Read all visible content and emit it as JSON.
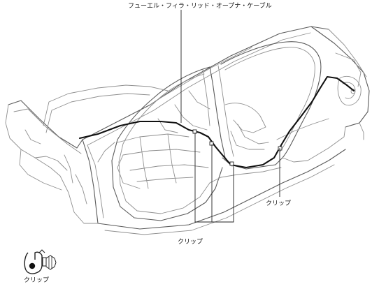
{
  "labels": {
    "fuel_lid_cable": "フューエル・フィラ・リッド・オープナ・ケーブル",
    "clip_rear": "クリップ",
    "clip_center": "クリップ",
    "clip_detail": "クリップ"
  },
  "colors": {
    "body_line": "#8f8f8f",
    "cable": "#111111",
    "text": "#111111"
  },
  "icons": {
    "clip_detail": "clip-icon"
  }
}
